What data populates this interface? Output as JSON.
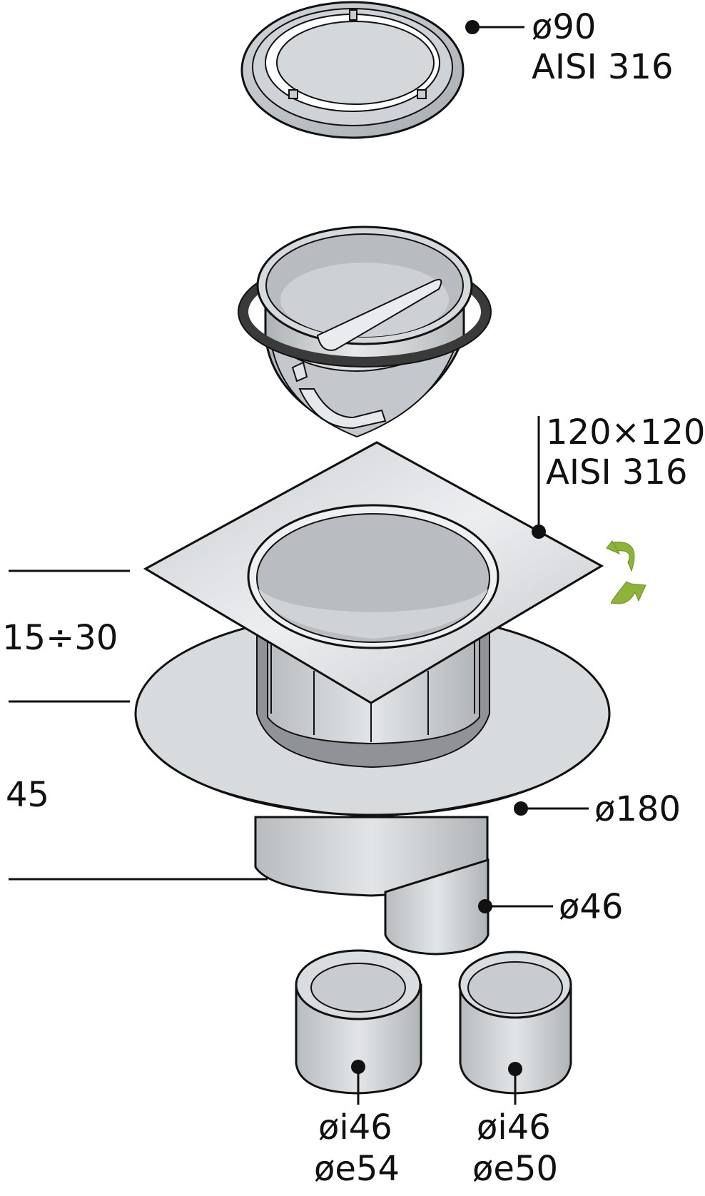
{
  "labels": {
    "grate_diameter": "ø90",
    "grate_material": "AISI 316",
    "frame_size": "120×120",
    "frame_material": "AISI 316",
    "adjust_range": "15÷30",
    "body_height": "45",
    "flange_diameter": "ø180",
    "outlet_diameter": "ø46",
    "adapter_a_inner": "øi46",
    "adapter_a_outer": "øe54",
    "adapter_b_inner": "øi46",
    "adapter_b_outer": "øe50"
  },
  "colors": {
    "steel_light": "#d9dde0",
    "steel_mid": "#c3c7cb",
    "steel_dark": "#9a9ea2",
    "gasket": "#3a3a3a",
    "rotate_arrow": "#8db33a",
    "line": "#111111"
  },
  "icons": {
    "rotate": "rotate-arrows-icon"
  }
}
